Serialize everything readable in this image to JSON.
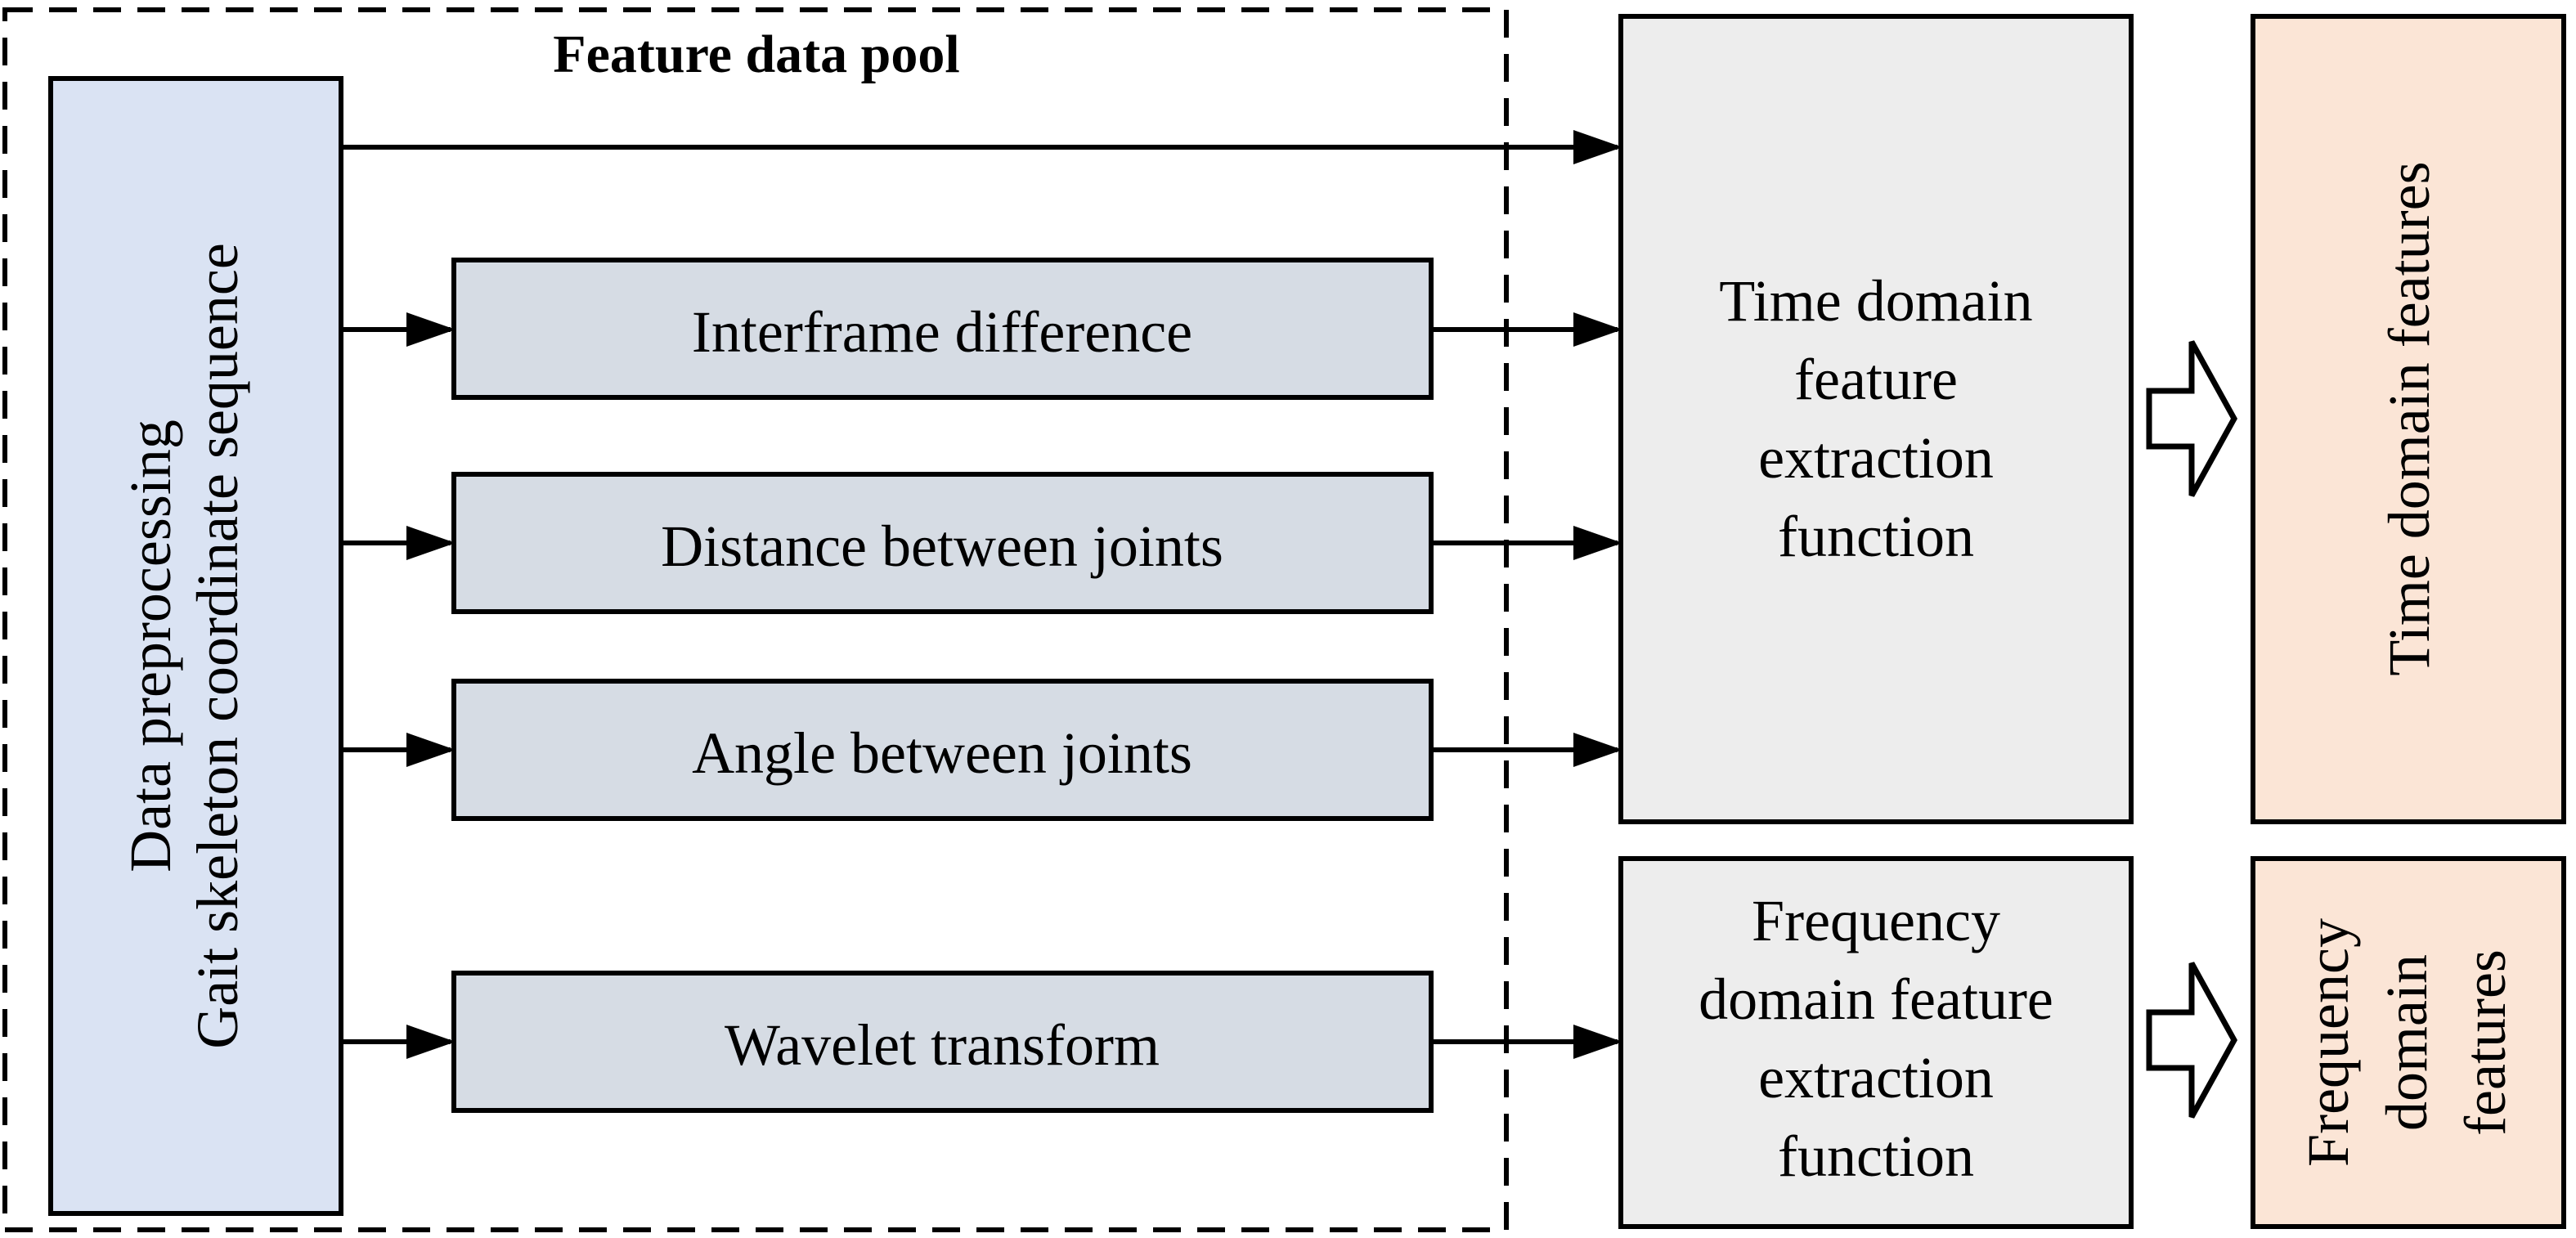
{
  "pool": {
    "title": "Feature data pool"
  },
  "input": {
    "line1": "Data preprocessing",
    "line2": "Gait skeleton coordinate sequence"
  },
  "features": [
    {
      "label": "Interframe difference"
    },
    {
      "label": "Distance between joints"
    },
    {
      "label": "Angle between joints"
    },
    {
      "label": "Wavelet transform"
    }
  ],
  "time_extractor": {
    "lines": [
      "Time domain",
      "feature",
      "extraction",
      "function"
    ]
  },
  "freq_extractor": {
    "lines": [
      "Frequency",
      "domain feature",
      "extraction",
      "function"
    ]
  },
  "outputs": {
    "time": {
      "lines": [
        "Time domain features"
      ]
    },
    "freq": {
      "lines": [
        "Frequency",
        "domain",
        "features"
      ]
    }
  },
  "colors": {
    "input_fill": "#dae3f3",
    "feature_fill": "#d6dce4",
    "extractor_fill": "#ededed",
    "output_fill": "#fbe5d6",
    "stroke": "#000000"
  }
}
